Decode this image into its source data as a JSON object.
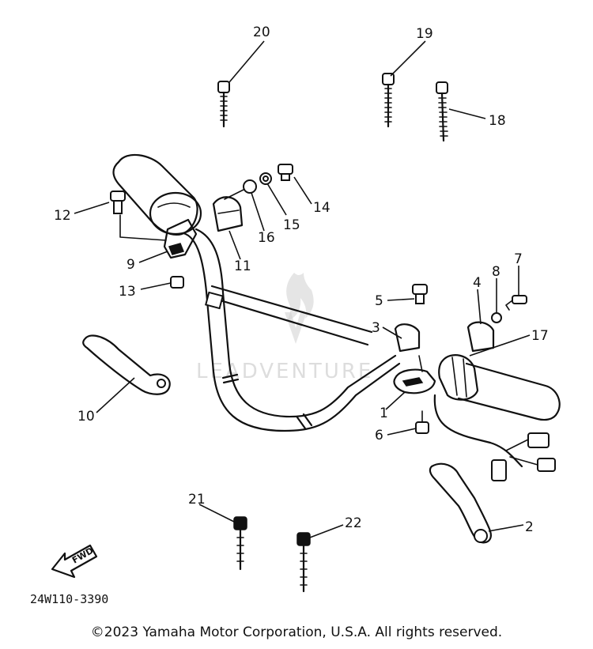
{
  "callouts": [
    "1",
    "2",
    "3",
    "4",
    "5",
    "6",
    "7",
    "8",
    "9",
    "10",
    "11",
    "12",
    "13",
    "14",
    "15",
    "16",
    "17",
    "18",
    "19",
    "20",
    "21",
    "22"
  ],
  "fwd_label": "FWD",
  "diagram_code": "24W110-3390",
  "watermark_text": "LEADVENTURE",
  "copyright": "©2023 Yamaha Motor Corporation, U.S.A. All rights reserved."
}
